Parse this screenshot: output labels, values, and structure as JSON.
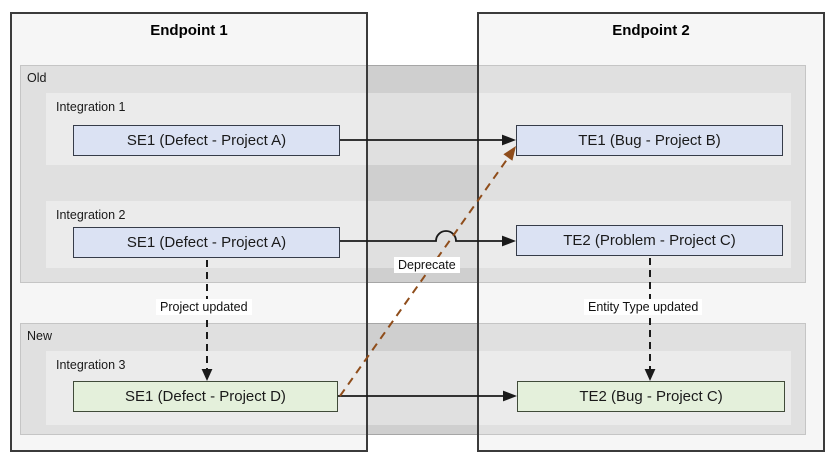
{
  "diagram": {
    "endpoint1": {
      "title": "Endpoint 1"
    },
    "endpoint2": {
      "title": "Endpoint 2"
    },
    "bands": {
      "old": "Old",
      "new": "New"
    },
    "integrations": [
      {
        "label": "Integration 1",
        "source": "SE1 (Defect - Project A)",
        "target": "TE1 (Bug - Project B)"
      },
      {
        "label": "Integration 2",
        "source": "SE1 (Defect - Project A)",
        "target": "TE2 (Problem - Project C)"
      },
      {
        "label": "Integration 3",
        "source": "SE1 (Defect - Project D)",
        "target": "TE2 (Bug - Project C)"
      }
    ],
    "annotations": {
      "project_updated": "Project updated",
      "entity_type_updated": "Entity Type updated",
      "deprecate": "Deprecate"
    },
    "colors": {
      "old_entity_fill": "#dbe2f3",
      "new_entity_fill": "#e4f0db",
      "band_fill": "#cfcfcf",
      "integration_fill": "#e0e0e0",
      "arrow": "#1a1a1a",
      "deprecate_arrow": "#8f4d1b"
    }
  }
}
